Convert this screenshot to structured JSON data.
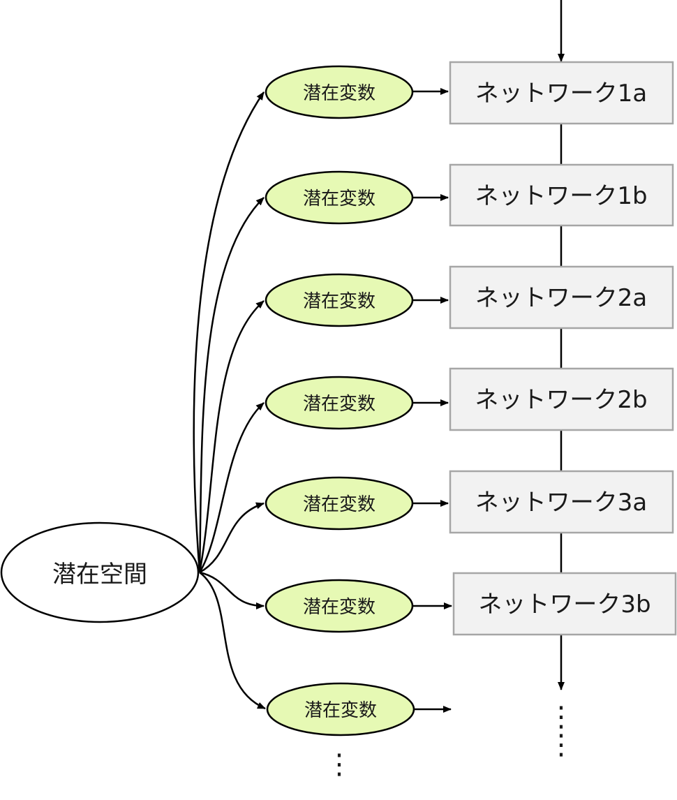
{
  "latent_space": {
    "label": "潜在空間"
  },
  "latent_variables": [
    {
      "label": "潜在変数"
    },
    {
      "label": "潜在変数"
    },
    {
      "label": "潜在変数"
    },
    {
      "label": "潜在変数"
    },
    {
      "label": "潜在変数"
    },
    {
      "label": "潜在変数"
    },
    {
      "label": "潜在変数"
    }
  ],
  "networks": [
    {
      "label": "ネットワーク1a"
    },
    {
      "label": "ネットワーク1b"
    },
    {
      "label": "ネットワーク2a"
    },
    {
      "label": "ネットワーク2b"
    },
    {
      "label": "ネットワーク3a"
    },
    {
      "label": "ネットワーク3b"
    }
  ],
  "continuation": {
    "vars_dots": "⋮",
    "networks_dots": "⋮"
  },
  "colors": {
    "latent_variable_fill": "#e6f9b4",
    "network_fill": "#f2f2f2",
    "network_border": "#a6a6a6",
    "stroke": "#000000"
  }
}
